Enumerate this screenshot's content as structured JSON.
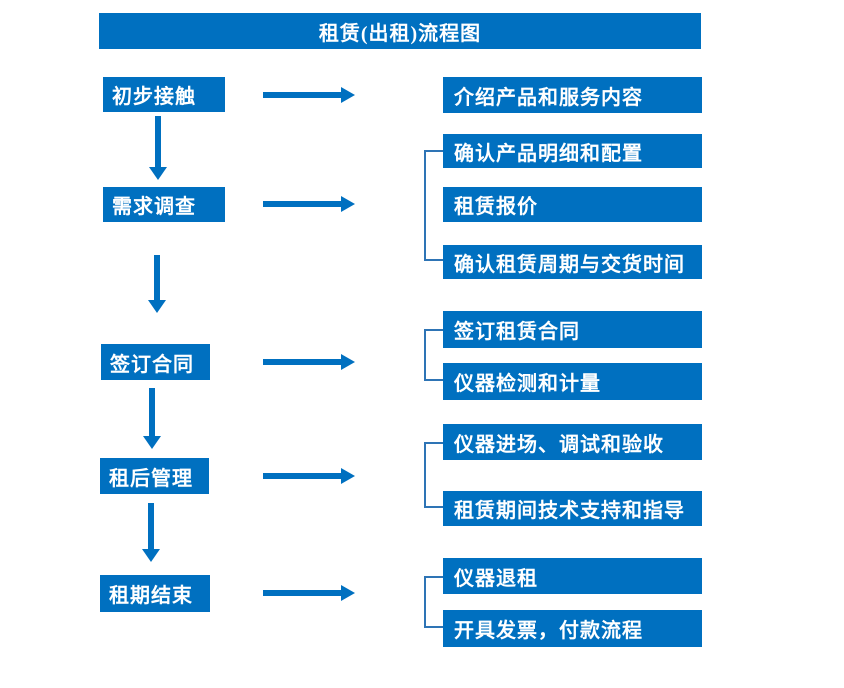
{
  "title": "租赁(出租)流程图",
  "colors": {
    "primary": "#0070c0",
    "connector": "#2e74b5",
    "box_text": "#ffffff",
    "background": "#ffffff"
  },
  "stages": [
    {
      "label": "初步接触",
      "outputs": [
        "介绍产品和服务内容"
      ]
    },
    {
      "label": "需求调查",
      "outputs": [
        "确认产品明细和配置",
        "租赁报价",
        "确认租赁周期与交货时间"
      ]
    },
    {
      "label": "签订合同",
      "outputs": [
        "签订租赁合同",
        "仪器检测和计量"
      ]
    },
    {
      "label": "租后管理",
      "outputs": [
        "仪器进场、调试和验收",
        "租赁期间技术支持和指导"
      ]
    },
    {
      "label": "租期结束",
      "outputs": [
        "仪器退租",
        "开具发票，付款流程"
      ]
    }
  ]
}
